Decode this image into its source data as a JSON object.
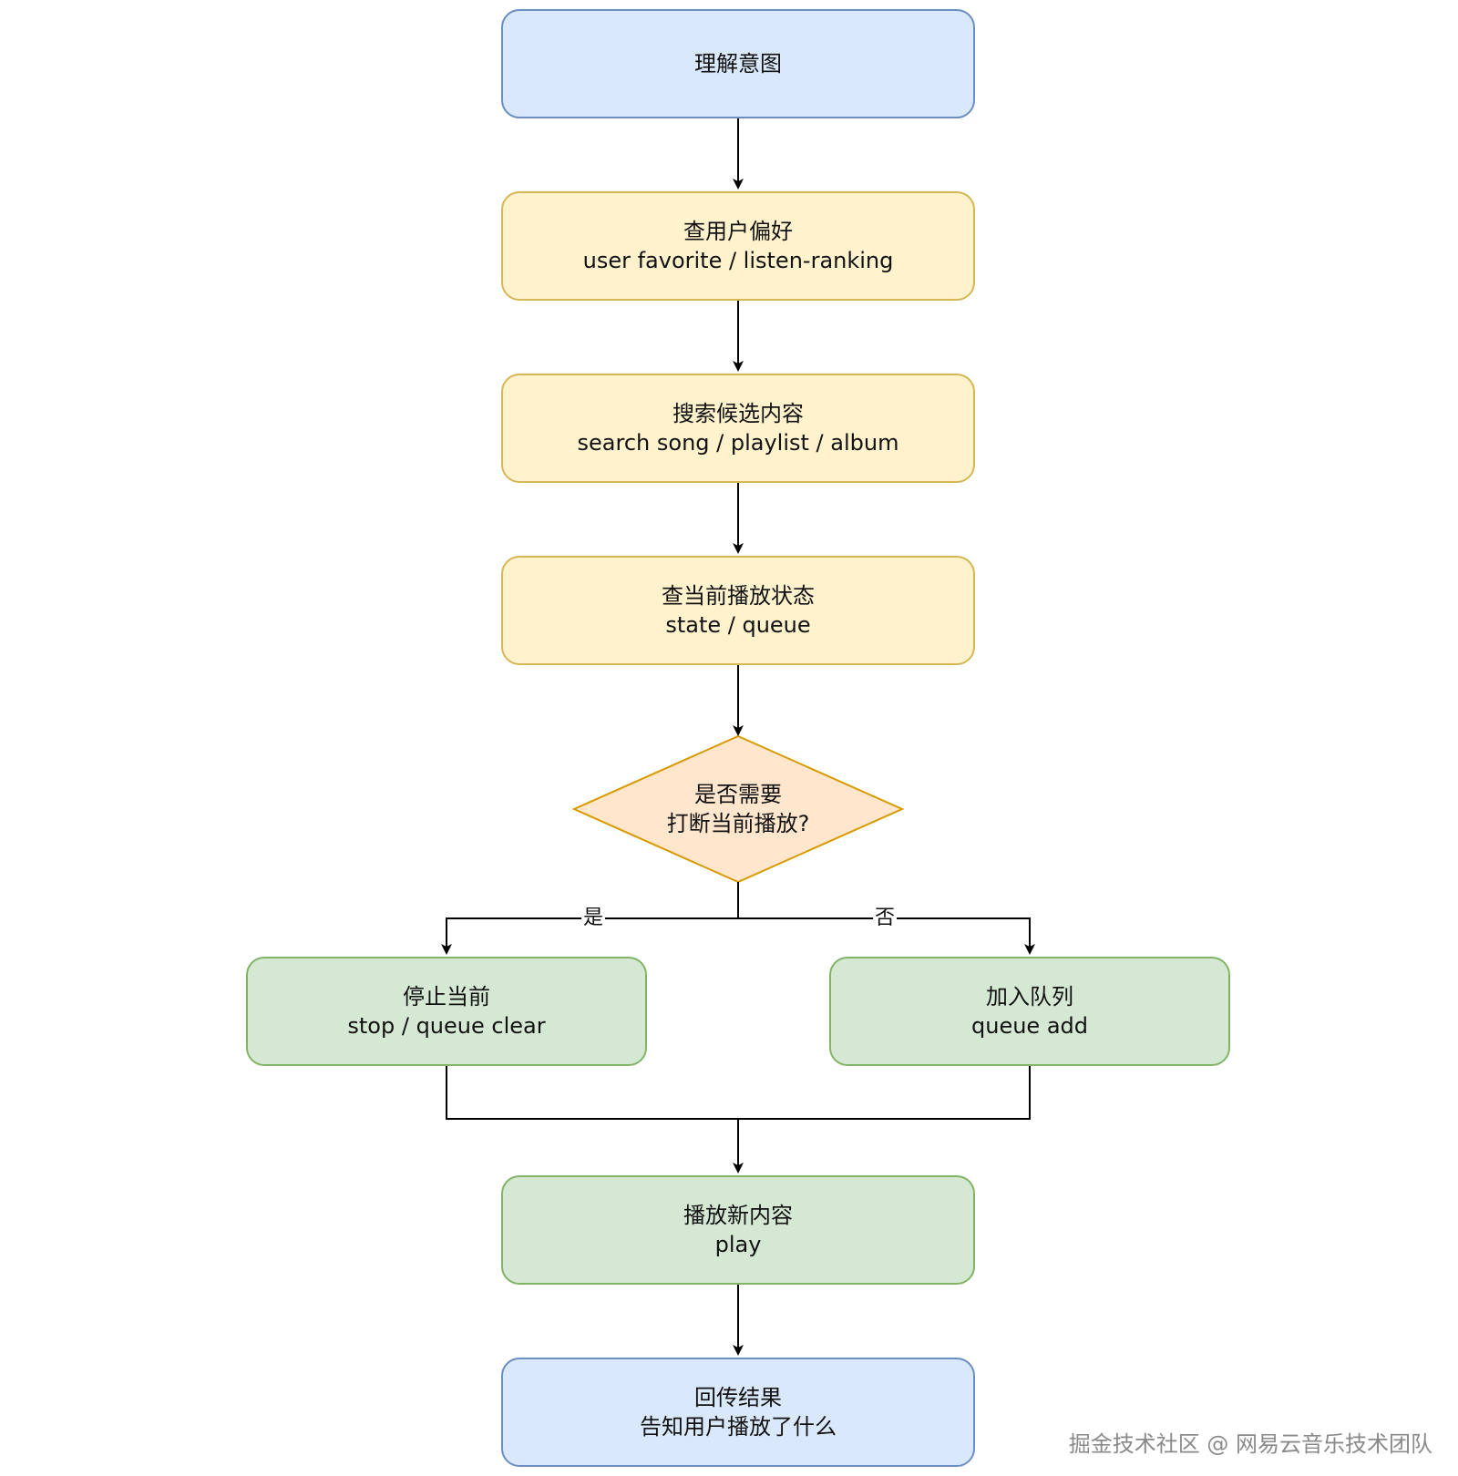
{
  "nodes": {
    "intent": {
      "line1": "理解意图"
    },
    "preference": {
      "line1": "查用户偏好",
      "line2": "user favorite / listen-ranking"
    },
    "search": {
      "line1": "搜索候选内容",
      "line2": "search song / playlist / album"
    },
    "state": {
      "line1": "查当前播放状态",
      "line2": "state / queue"
    },
    "decision": {
      "line1": "是否需要",
      "line2": "打断当前播放?"
    },
    "stop": {
      "line1": "停止当前",
      "line2": "stop / queue clear"
    },
    "enqueue": {
      "line1": "加入队列",
      "line2": "queue add"
    },
    "play": {
      "line1": "播放新内容",
      "line2": "play"
    },
    "result": {
      "line1": "回传结果",
      "line2": "告知用户播放了什么"
    }
  },
  "edges": {
    "yes_label": "是",
    "no_label": "否"
  },
  "colors": {
    "blue_fill": "#dae8fc",
    "blue_stroke": "#6c8ebf",
    "yellow_fill": "#fff2cc",
    "yellow_stroke": "#d6b656",
    "decision_fill": "#ffe6cc",
    "decision_stroke": "#d79b00",
    "green_fill": "#d5e8d4",
    "green_stroke": "#82b366",
    "edge": "#000000"
  },
  "watermark": "掘金技术社区 @ 网易云音乐技术团队"
}
